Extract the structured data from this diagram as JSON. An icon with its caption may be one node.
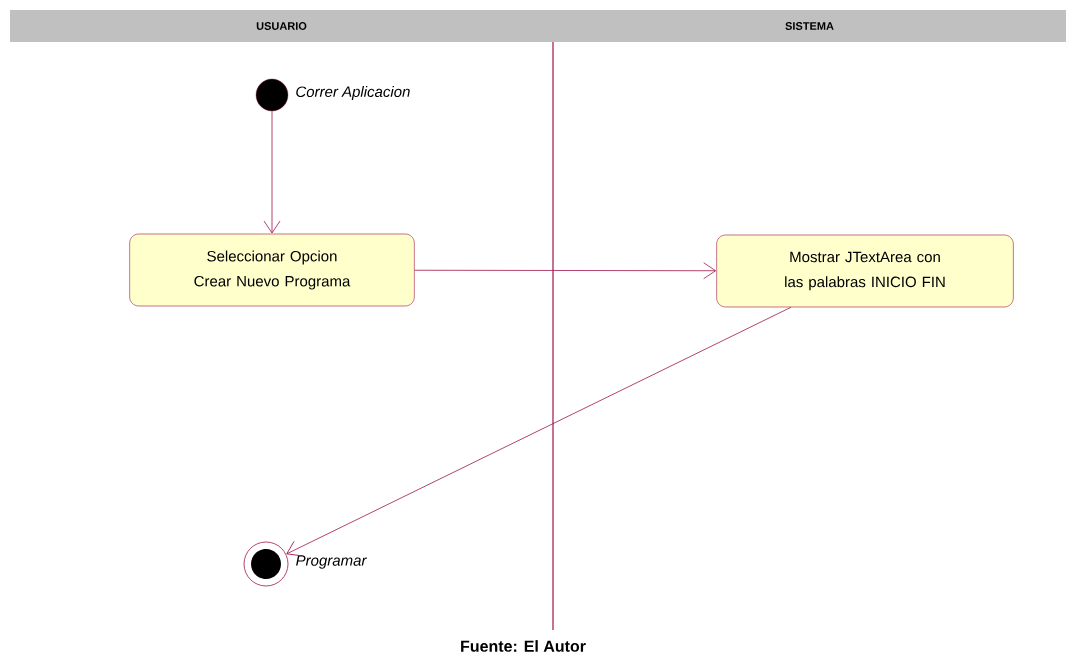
{
  "diagram": {
    "nodes": [
      {
        "text": [
          "USUARIO"
        ]
      },
      {
        "text": [
          "SISTEMA"
        ]
      },
      {
        "text": [],
        "shape": "circle",
        "beside": [
          "Correr Aplicacion"
        ]
      },
      {
        "text": [
          "Seleccionar Opcion Crear Nuevo Programa"
        ]
      },
      {
        "text": [
          "Mostrar JTextArea con las palabras INICIO FIN"
        ]
      },
      {
        "text": [],
        "shape": "endcircle",
        "beside": [
          "Programar"
        ]
      }
    ],
    "edges": [
      {
        "from": 2,
        "to": 3,
        "arrow": "to"
      },
      {
        "from": 3,
        "to": 4,
        "arrow": "to"
      },
      {
        "from": 4,
        "to": 5,
        "arrow": "to"
      }
    ],
    "caption": "Fuente: El Autor"
  }
}
